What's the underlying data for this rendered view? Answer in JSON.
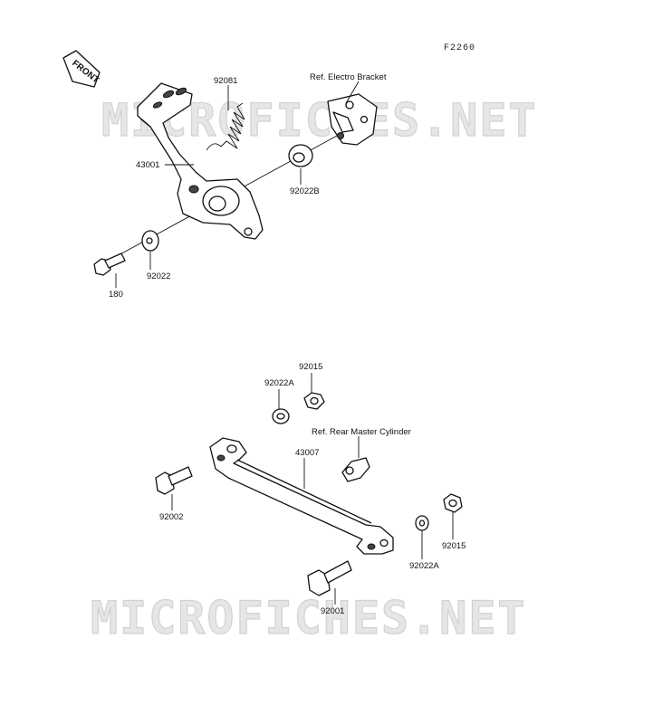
{
  "figure_code": "F2260",
  "front_label": "FRONT",
  "watermarks": [
    "MICROFICHES.NET",
    "MICROFICHES.NET"
  ],
  "parts": {
    "spring": "92081",
    "pedal": "43001",
    "washer_large": "92022B",
    "washer": "92022",
    "bolt": "180",
    "washer_top": "92022A",
    "nut_top": "92015",
    "rod": "43007",
    "bolt_left": "92002",
    "washer_right": "92022A",
    "nut_right": "92015",
    "bolt_bottom": "92001"
  },
  "refs": {
    "electro_bracket": "Ref. Electro Bracket",
    "rear_master_cylinder": "Ref. Rear Master Cylinder"
  }
}
